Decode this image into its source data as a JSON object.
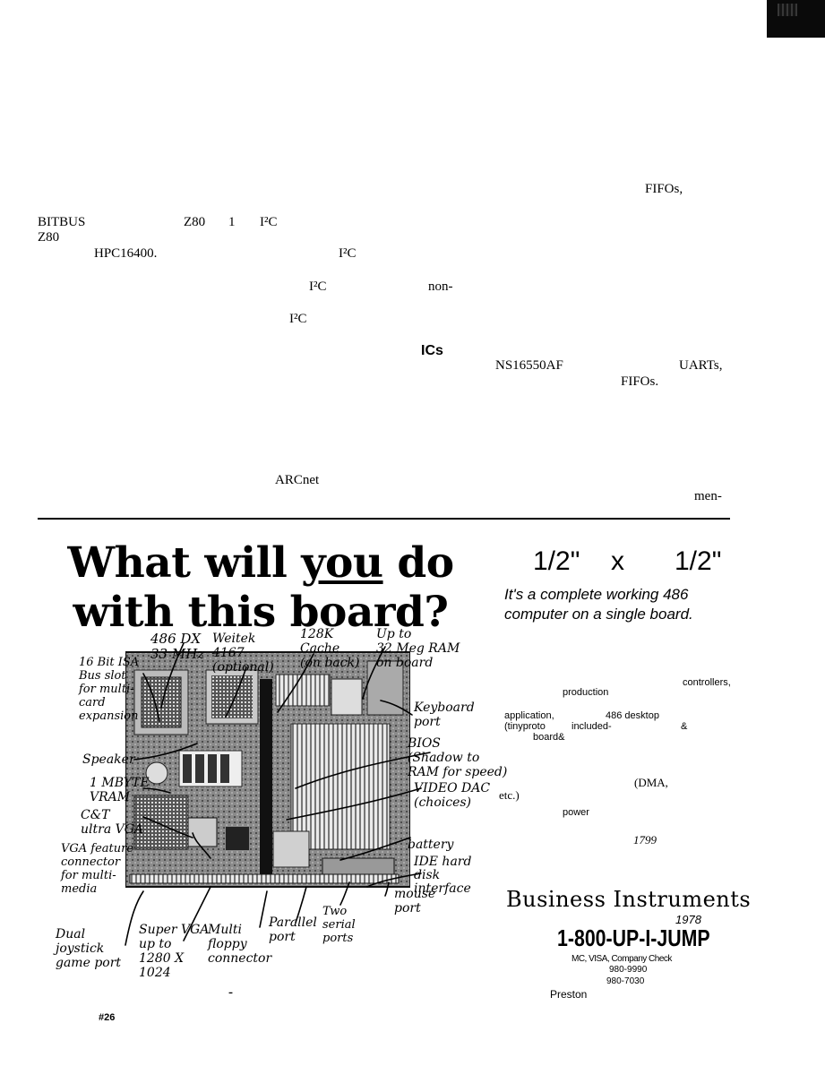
{
  "upper_text": {
    "fifos_top": "FIFOs,",
    "bitbus": "BITBUS",
    "z80_1": "Z80",
    "one": "1",
    "i2c_1": "I²C",
    "z80_2": "Z80",
    "hpc": "HPC16400.",
    "i2c_2": "I²C",
    "i2c_3": "I²C",
    "non": "non-",
    "i2c_4": "I²C",
    "ics": "ICs",
    "ns16550": "NS16550AF",
    "uarts": "UARTs,",
    "fifos_2": "FIFOs.",
    "arcnet": "ARCnet",
    "men": "men-"
  },
  "ad": {
    "headline_line1_pre": "What will ",
    "headline_line1_em": "you",
    "headline_line1_post": " do",
    "headline_line2": "with this board?",
    "dim_a": "1/2\"",
    "dim_x": "x",
    "dim_b": "1/2\"",
    "tagline_line1": "It's a complete working 486",
    "tagline_line2": "computer on a single board.",
    "spec_controllers": "controllers,",
    "spec_production": "production",
    "spec_application": "application,",
    "spec_486desktop": "486 desktop",
    "spec_tinyproto": "(tinyproto",
    "spec_included": "included-",
    "spec_amp": "&",
    "spec_board": "board&",
    "spec_dma": "(DMA,",
    "spec_etc": "etc.)",
    "spec_power": "power",
    "spec_price": "1799",
    "brand": "Business Instruments",
    "year": "1978",
    "phone": "1-800-UP-I-JUMP",
    "payment": "MC, VISA, Company Check",
    "tel1": "980-9990",
    "tel2": "980-7030",
    "preston": "Preston",
    "ad_number": "#26",
    "dash": "-"
  },
  "annotations": {
    "dx": [
      "486 DX",
      "33 MHz"
    ],
    "isa": [
      "16 Bit ISA",
      "Bus slot",
      "for multi-",
      "card",
      "expansion"
    ],
    "weitek": [
      "Weitek",
      "4167",
      "(optional)"
    ],
    "cache": [
      "128K",
      "Cache",
      "(on back)"
    ],
    "ram": [
      "Up to",
      "32 Meg RAM",
      "on board"
    ],
    "keyboard": [
      "Keyboard",
      "port"
    ],
    "bios": [
      "BIOS",
      "(Shadow to",
      "RAM for speed)"
    ],
    "video_dac": [
      "VIDEO DAC",
      "(choices)"
    ],
    "speaker": [
      "Speaker"
    ],
    "vram": [
      "1 MBYTE",
      "VRAM"
    ],
    "ct": [
      "C&T",
      "ultra VGA"
    ],
    "feature": [
      "VGA feature",
      "connector",
      "for multi-",
      "media"
    ],
    "battery": [
      "battery"
    ],
    "ide": [
      "IDE hard",
      "disk",
      "interface"
    ],
    "joystick": [
      "Dual",
      "joystick",
      "game port"
    ],
    "svga": [
      "Super VGA",
      "up to",
      "1280 X",
      "1024"
    ],
    "floppy": [
      "Multi",
      "floppy",
      "connector"
    ],
    "parallel": [
      "Parallel",
      "port"
    ],
    "serial": [
      "Two",
      "serial",
      "ports"
    ],
    "mouse": [
      "mouse",
      "port"
    ]
  }
}
